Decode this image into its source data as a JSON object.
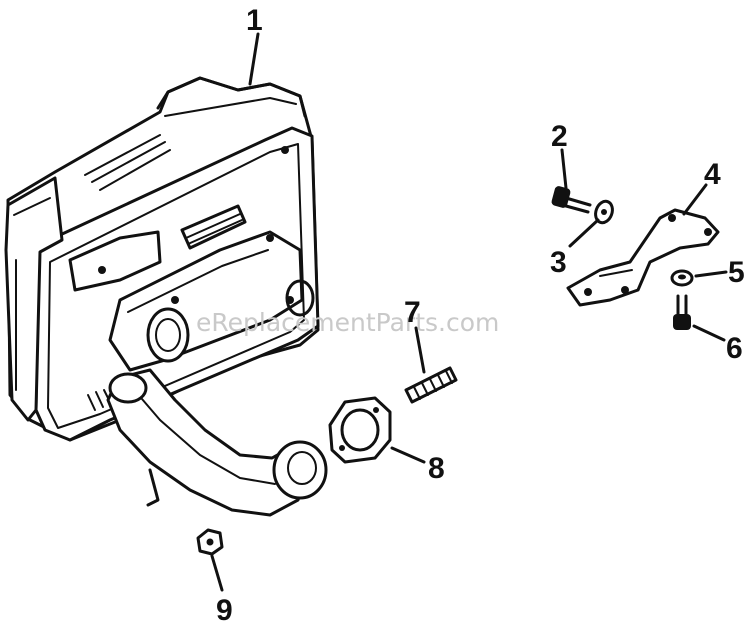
{
  "watermark": "eReplacementParts.com",
  "callouts": [
    {
      "id": "1",
      "label": "1",
      "part": "muffler"
    },
    {
      "id": "2",
      "label": "2",
      "part": "bolt"
    },
    {
      "id": "3",
      "label": "3",
      "part": "washer"
    },
    {
      "id": "4",
      "label": "4",
      "part": "bracket"
    },
    {
      "id": "5",
      "label": "5",
      "part": "washer"
    },
    {
      "id": "6",
      "label": "6",
      "part": "bolt"
    },
    {
      "id": "7",
      "label": "7",
      "part": "stud"
    },
    {
      "id": "8",
      "label": "8",
      "part": "gasket"
    },
    {
      "id": "9",
      "label": "9",
      "part": "nut"
    }
  ],
  "colors": {
    "ink": "#111111",
    "watermark": "#c9c9c9",
    "background": "#ffffff"
  }
}
